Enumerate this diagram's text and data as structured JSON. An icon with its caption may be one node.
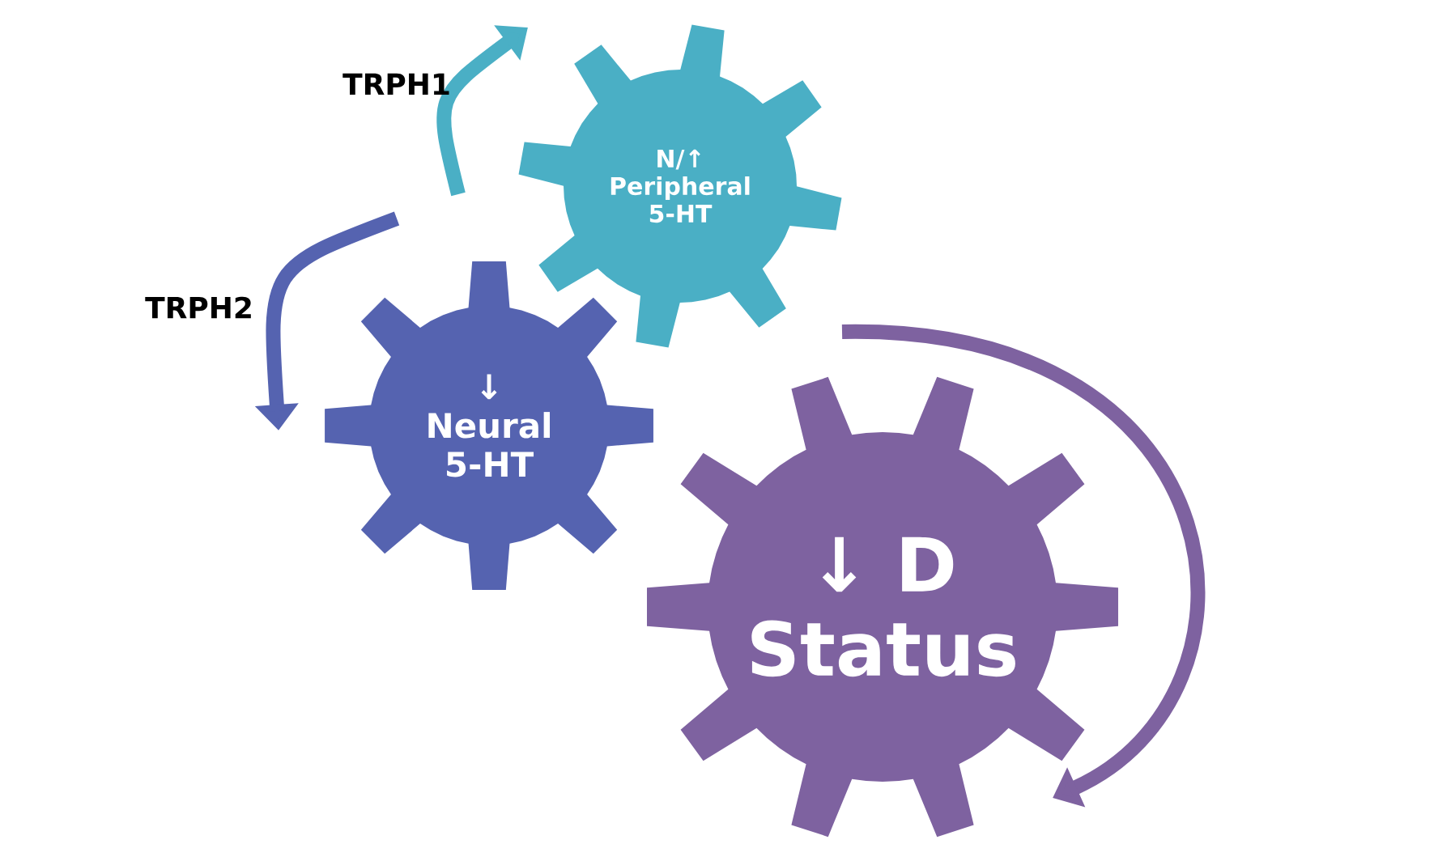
{
  "diagram": {
    "nodes": [
      {
        "text": [
          "N/↑ Peripheral 5-HT"
        ]
      },
      {
        "text": [
          "↓ Neural 5-HT"
        ]
      },
      {
        "text": [
          "↓ D Status"
        ]
      }
    ],
    "labels": [
      "TRPH1",
      "TRPH2"
    ]
  }
}
